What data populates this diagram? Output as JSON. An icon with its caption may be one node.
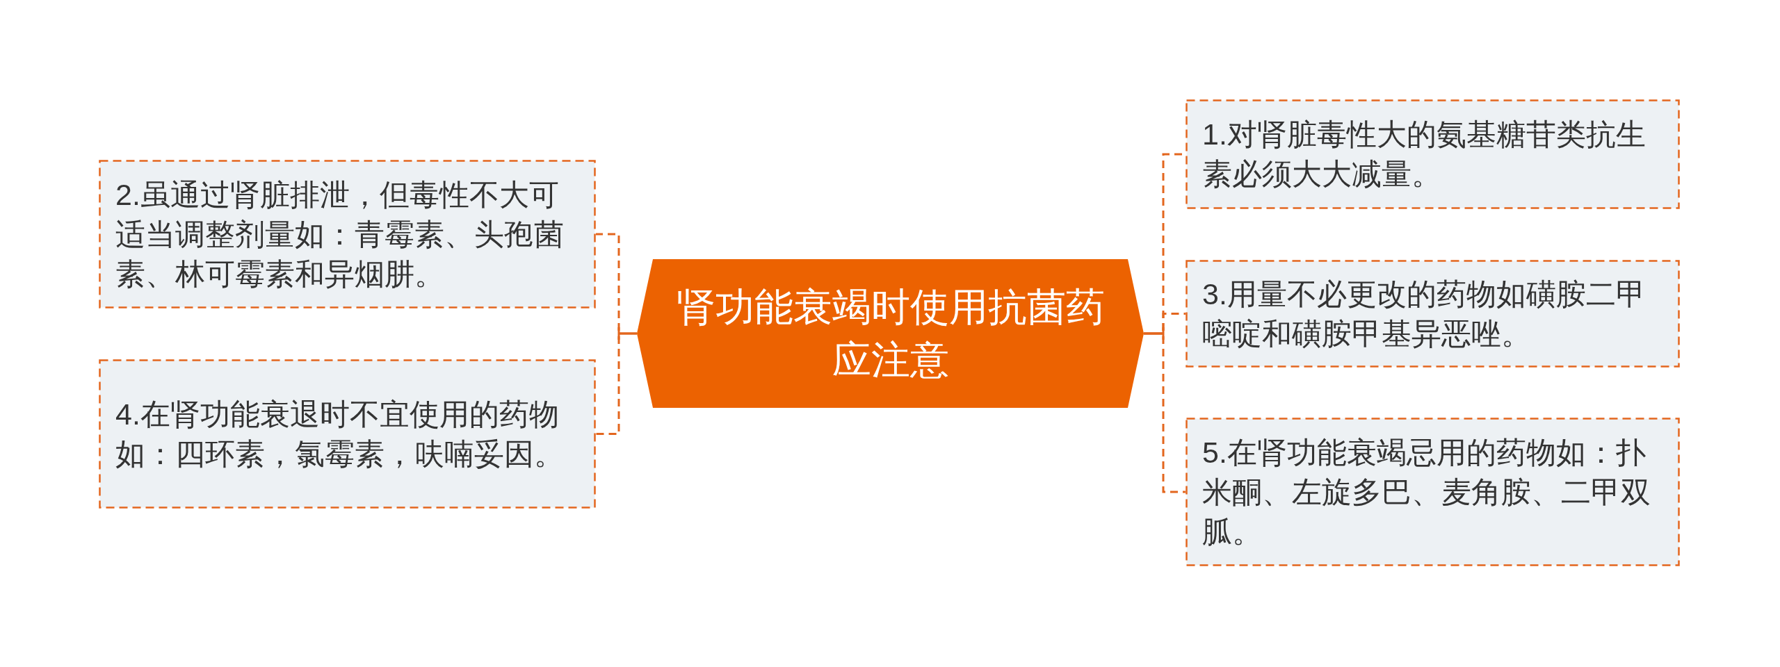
{
  "diagram": {
    "nodes": [
      {
        "text": [
          "肾功能衰竭时使用抗菌药应注意"
        ]
      },
      {
        "text": [
          "1.对肾脏毒性大的氨基糖苷类抗生素必须大大减量。"
        ]
      },
      {
        "text": [
          "2.虽通过肾脏排泄，但毒性不大可适当调整剂量如：青霉素、头孢菌素、林可霉素和异烟肼。"
        ]
      },
      {
        "text": [
          "3.用量不必更改的药物如磺胺二甲嘧啶和磺胺甲基异恶唑。"
        ]
      },
      {
        "text": [
          "4.在肾功能衰退时不宜使用的药物如：四环素，氯霉素，呋喃妥因。"
        ]
      },
      {
        "text": [
          "5.在肾功能衰竭忌用的药物如：扑米酮、左旋多巴、麦角胺、二甲双胍。"
        ]
      }
    ],
    "edges": [
      {
        "from": 0,
        "to": 1,
        "arrow": "none"
      },
      {
        "from": 0,
        "to": 2,
        "arrow": "none"
      },
      {
        "from": 0,
        "to": 3,
        "arrow": "none"
      },
      {
        "from": 0,
        "to": 4,
        "arrow": "none"
      },
      {
        "from": 0,
        "to": 5,
        "arrow": "none"
      }
    ]
  }
}
